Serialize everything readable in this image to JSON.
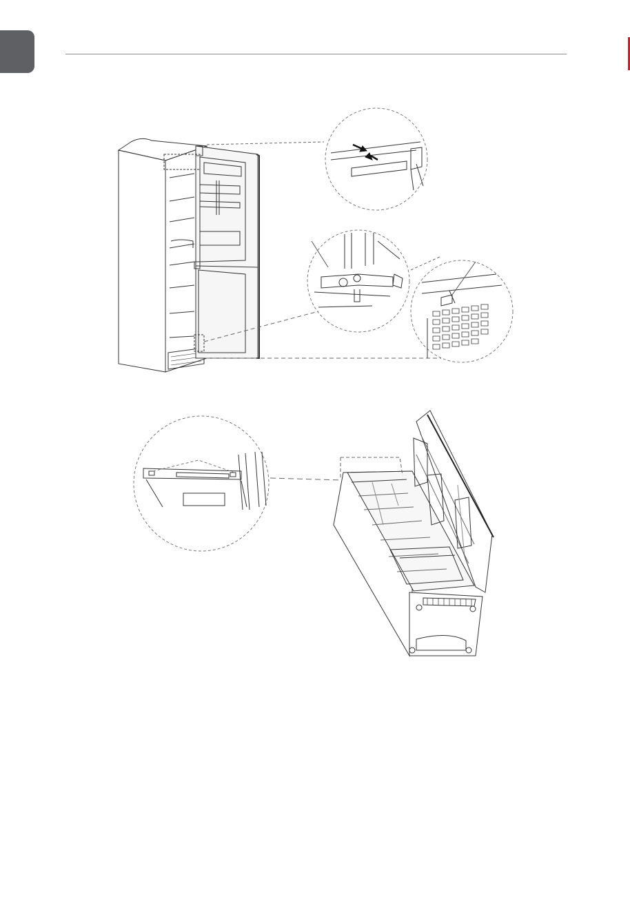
{
  "page": {
    "header_rule": true,
    "accent_color": "#c8202f",
    "tab_color": "#5f6063"
  },
  "figures": [
    {
      "id": "fig-upright-fridge",
      "description_icon": "refrigerator-door-open-icon"
    },
    {
      "id": "fig-top-hinge-detail",
      "description_icon": "zoom-circle-icon"
    },
    {
      "id": "fig-middle-hinge-detail",
      "description_icon": "zoom-circle-icon"
    },
    {
      "id": "fig-bottom-hinge-detail",
      "description_icon": "zoom-circle-icon"
    },
    {
      "id": "fig-top-frame-detail",
      "description_icon": "zoom-circle-icon"
    },
    {
      "id": "fig-fridge-on-back",
      "description_icon": "refrigerator-lying-icon"
    }
  ]
}
